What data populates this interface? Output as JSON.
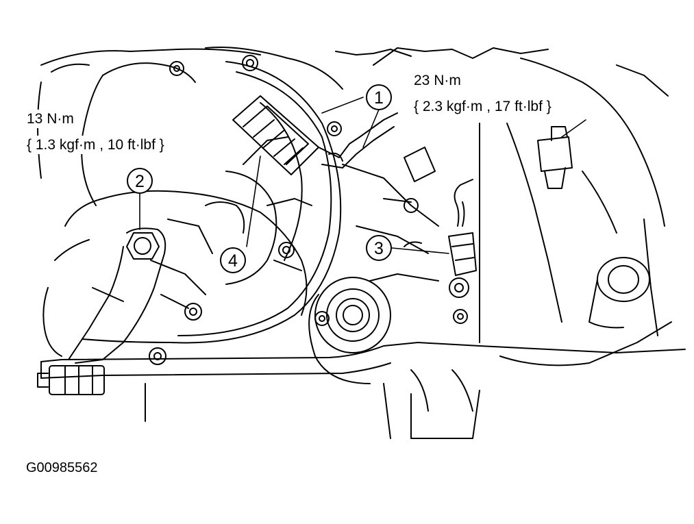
{
  "torque_left": {
    "line1": "13 N·m",
    "line2": "{ 1.3 kgf·m , 10 ft·lbf }"
  },
  "torque_right": {
    "line1": "23 N·m",
    "line2": "{ 2.3 kgf·m , 17 ft·lbf }"
  },
  "callouts": [
    "1",
    "2",
    "3",
    "4"
  ],
  "figure_id": "G00985562"
}
